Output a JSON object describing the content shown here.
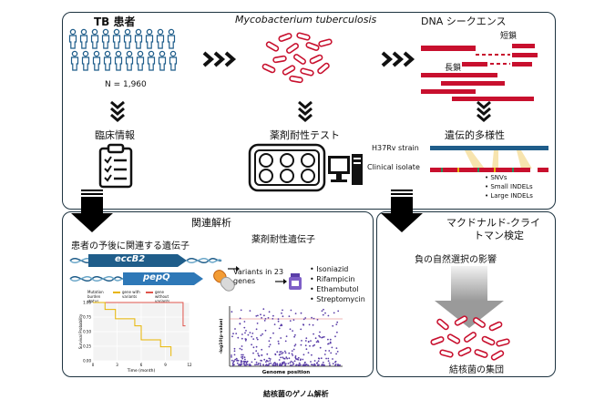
{
  "top": {
    "patients_title": "TB 患者",
    "patient_count": "N = 1,960",
    "clinical_info": "臨床情報",
    "mtb_title": "Mycobacterium tuberculosis",
    "ast": "薬剤耐性テスト",
    "dna_title": "DNA シークエンス",
    "short_reads": "短鎖",
    "long_reads": "長鎖",
    "diversity": "遺伝的多様性",
    "h37rv": "H37Rv strain",
    "clinical_isolate": "Clinical isolate",
    "variant_types": [
      "SNVs",
      "Small INDELs",
      "Large INDELs"
    ]
  },
  "assoc": {
    "title": "関連解析",
    "prognosis_genes": "患者の予後に関連する遺伝子",
    "genes": [
      "eccB2",
      "pepQ"
    ],
    "km_legend": [
      "Mutation burden status",
      "gene with variants",
      "gene without variants"
    ],
    "km_ylabel": "Survival Probability",
    "km_xlabel": "Time (month)",
    "km_yticks": [
      "1.00",
      "0.75",
      "0.50",
      "0.25",
      "0.00"
    ],
    "km_xticks": [
      "0",
      "3",
      "6",
      "9",
      "12"
    ],
    "resistance_genes": "薬剤耐性遺伝子",
    "variants_label": "Variants in 23 genes",
    "drugs": [
      "Isoniazid",
      "Rifampicin",
      "Ethambutol",
      "Streptomycin"
    ],
    "manh_ylabel": "-log10(p-value)",
    "manh_xlabel": "Genome position"
  },
  "mk": {
    "title_line1": "マクドナルド-クライ",
    "title_line2": "トマン検定",
    "negative_selection": "負の自然選択の影響",
    "population": "結核菌の集団"
  },
  "caption": "結核菌のゲノム解析",
  "colors": {
    "red": "#c8102e",
    "blue": "#1f5d8a",
    "frame": "#1d3340",
    "violet": "#5a3ea8"
  }
}
